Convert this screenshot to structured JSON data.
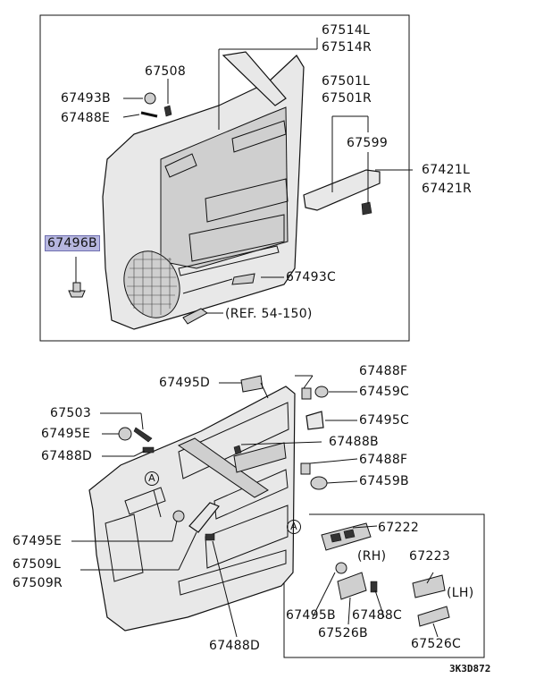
{
  "diagram": {
    "upper_labels": {
      "l67514L": "67514L",
      "l67514R": "67514R",
      "l67508": "67508",
      "l67501L": "67501L",
      "l67501R": "67501R",
      "l67493B": "67493B",
      "l67488E": "67488E",
      "l67599": "67599",
      "l67421L": "67421L",
      "l67421R": "67421R",
      "l67496B": "67496B",
      "l67493C": "67493C",
      "ref": "(REF. 54-150)"
    },
    "lower_labels": {
      "l67495D": "67495D",
      "l67488F_a": "67488F",
      "l67459C": "67459C",
      "l67503": "67503",
      "l67495C": "67495C",
      "l67495E_a": "67495E",
      "l67488B": "67488B",
      "l67488D_a": "67488D",
      "l67488F_b": "67488F",
      "l67459B": "67459B",
      "l67495E_b": "67495E",
      "l67509L": "67509L",
      "l67509R": "67509R",
      "l67488D_b": "67488D"
    },
    "callout": "A",
    "detail_labels": {
      "callout": "A",
      "l67222": "67222",
      "rh": "(RH)",
      "l67223": "67223",
      "lh": "(LH)",
      "l67495B": "67495B",
      "l67488C": "67488C",
      "l67526B": "67526B",
      "l67526C": "67526C"
    },
    "diagram_code": "3K3D872",
    "highlight_color": "#b6b6df"
  }
}
